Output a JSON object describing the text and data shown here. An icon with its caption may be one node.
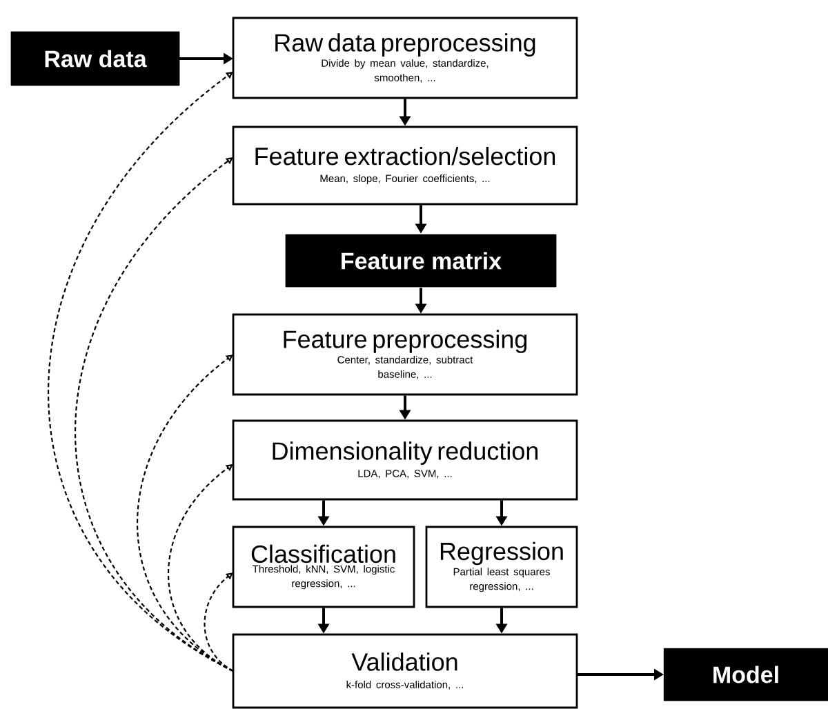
{
  "diagram": {
    "nodes": [
      {
        "text": [
          "Raw data"
        ]
      },
      {
        "text": [
          "Raw data preprocessing",
          "Divide by mean value, standardize, smoothen, ..."
        ]
      },
      {
        "text": [
          "Feature extraction/selection",
          "Mean, slope, Fourier coefficients, ..."
        ]
      },
      {
        "text": [
          "Feature matrix"
        ]
      },
      {
        "text": [
          "Feature preprocessing",
          "Center, standardize, subtract baseline, ..."
        ]
      },
      {
        "text": [
          "Dimensionality reduction",
          "LDA, PCA, SVM, ..."
        ]
      },
      {
        "text": [
          "Classification",
          "Threshold, kNN, SVM, logistic regression, ..."
        ]
      },
      {
        "text": [
          "Regression",
          "Partial least squares regression, ..."
        ]
      },
      {
        "text": [
          "Validation",
          "k-fold cross-validation, ..."
        ]
      },
      {
        "text": [
          "Model"
        ]
      }
    ],
    "edges": [
      {
        "from": 0,
        "to": 1,
        "arrow": "to"
      },
      {
        "from": 1,
        "to": 2,
        "arrow": "to"
      },
      {
        "from": 2,
        "to": 3,
        "arrow": "to"
      },
      {
        "from": 3,
        "to": 4,
        "arrow": "to"
      },
      {
        "from": 4,
        "to": 5,
        "arrow": "to"
      },
      {
        "from": 5,
        "to": 6,
        "arrow": "to"
      },
      {
        "from": 5,
        "to": 7,
        "arrow": "to"
      },
      {
        "from": 6,
        "to": 8,
        "arrow": "to"
      },
      {
        "from": 7,
        "to": 8,
        "arrow": "to"
      },
      {
        "from": 8,
        "to": 9,
        "arrow": "to"
      },
      {
        "from": 8,
        "to": 1,
        "arrow": "to",
        "style": "dashed"
      },
      {
        "from": 8,
        "to": 2,
        "arrow": "to",
        "style": "dashed"
      },
      {
        "from": 8,
        "to": 4,
        "arrow": "to",
        "style": "dashed"
      },
      {
        "from": 8,
        "to": 5,
        "arrow": "to",
        "style": "dashed"
      },
      {
        "from": 8,
        "to": 6,
        "arrow": "to",
        "style": "dashed"
      }
    ]
  }
}
